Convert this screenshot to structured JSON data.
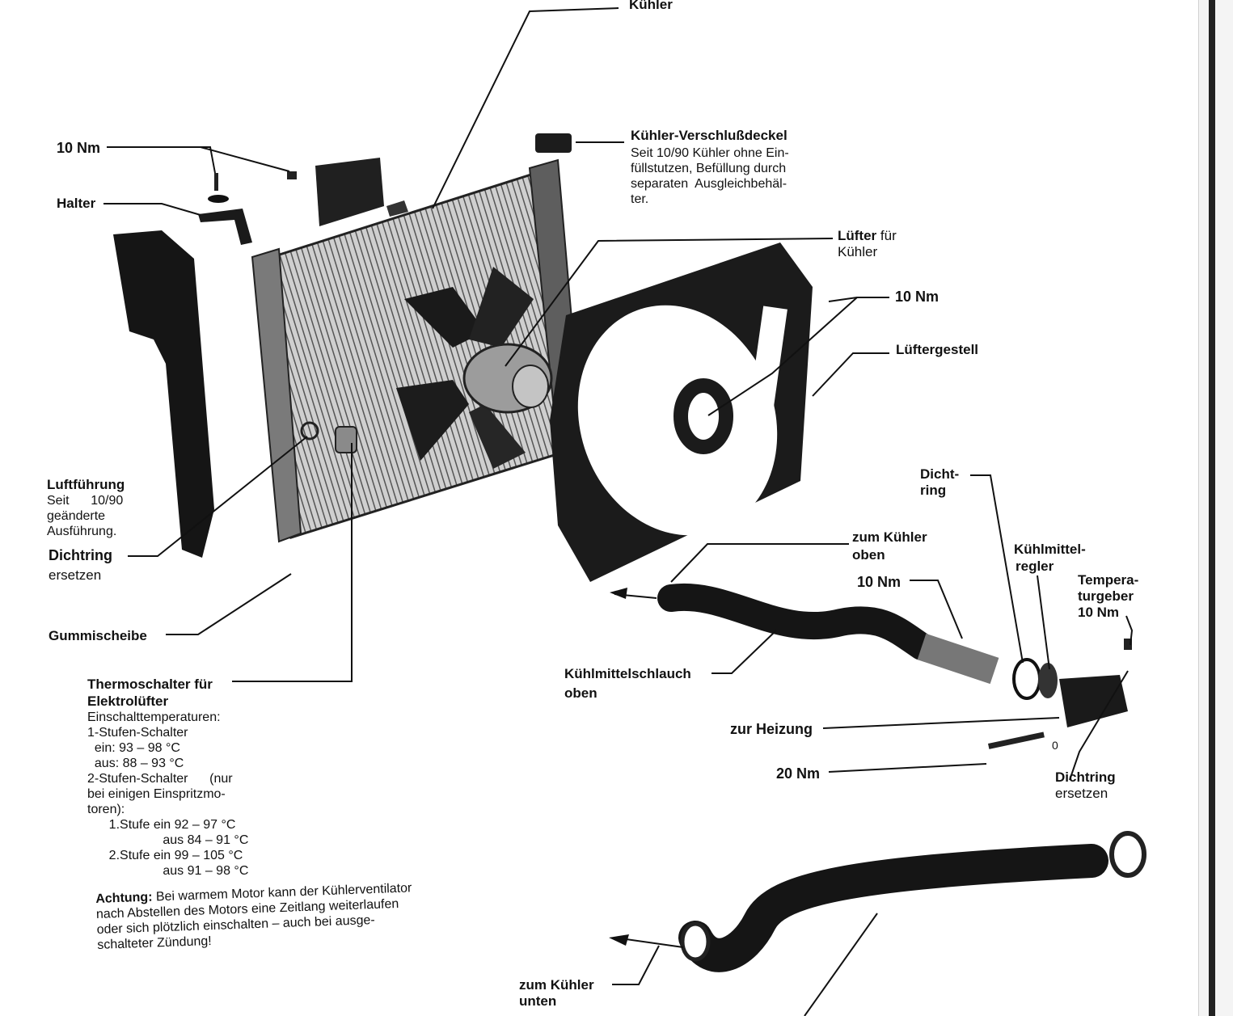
{
  "labels": {
    "kuehler": "Kühler",
    "verschluss_title": "Kühler-Verschlußdeckel",
    "verschluss_lines": [
      "Seit 10/90 Kühler ohne Ein-",
      "füllstutzen, Befüllung durch",
      "separaten  Ausgleichbehäl-",
      "ter."
    ],
    "torque_10nm_top": "10 Nm",
    "halter": "Halter",
    "luefter_bold": "Lüfter",
    "luefter_rest": " für",
    "luefter_line2": "Kühler",
    "torque_10nm_right": "10 Nm",
    "luefterrgestell": "Lüftergestell",
    "luftfuehrung_title": "Luftführung",
    "luftfuehrung_lines": [
      "Seit      10/90",
      "geänderte",
      "Ausführung."
    ],
    "dichtring_left_1": "Dichtring",
    "dichtring_left_2": "ersetzen",
    "gummischeibe": "Gummischeibe",
    "dichtring_ring_1": "Dicht-",
    "dichtring_ring_2": "ring",
    "zum_kuehler_oben_1": "zum Kühler",
    "zum_kuehler_oben_2": "oben",
    "kuehlmittelregler_1": "Kühlmittel-",
    "kuehlmittelregler_2": "regler",
    "torque_10nm_hose": "10 Nm",
    "tempgeber_1": "Tempera-",
    "tempgeber_2": "turgeber",
    "tempgeber_3": "10 Nm",
    "schlauch_oben_1": "Kühlmittelschlauch",
    "schlauch_oben_2": "oben",
    "zur_heizung": "zur Heizung",
    "torque_20nm": "20 Nm",
    "dichtring_right_1": "Dichtring",
    "dichtring_right_2": "ersetzen",
    "zum_kuehler_unten_1": "zum Kühler",
    "zum_kuehler_unten_2": "unten",
    "thermo_title_1": "Thermoschalter für",
    "thermo_title_2": "Elektrolüfter",
    "thermo_lines": [
      "Einschalttemperaturen:",
      "1-Stufen-Schalter",
      "  ein: 93 – 98 °C",
      "  aus: 88 – 93 °C",
      "2-Stufen-Schalter      (nur",
      "bei einigen Einspritzmo-",
      "toren):",
      "      1.Stufe ein 92 – 97 °C",
      "                     aus 84 – 91 °C",
      "      2.Stufe ein 99 – 105 °C",
      "                     aus 91 – 98 °C"
    ],
    "achtung_bold": "Achtung:",
    "achtung_lines": [
      " Bei warmem Motor kann der Kühlerventilator",
      "nach Abstellen des Motors eine Zeitlang weiterlaufen",
      "oder sich plötzlich einschalten – auch bei ausge-",
      "schalteter Zündung!"
    ]
  },
  "colors": {
    "ink": "#111111",
    "part_dark": "#1b1b1b",
    "part_mid": "#6f6f6f",
    "part_light": "#b5b5b5",
    "paper": "#ffffff"
  }
}
